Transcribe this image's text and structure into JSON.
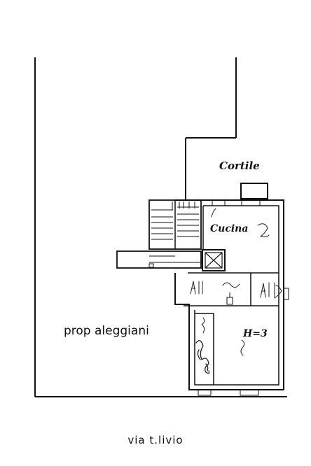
{
  "labels": {
    "courtyard": "Cortile",
    "kitchen": "Cucina",
    "neighbor_property": "prop aleggiani",
    "floor_height": "H=3",
    "street": "via t.livio"
  },
  "colors": {
    "ink": "#111111",
    "paper": "#ffffff"
  }
}
